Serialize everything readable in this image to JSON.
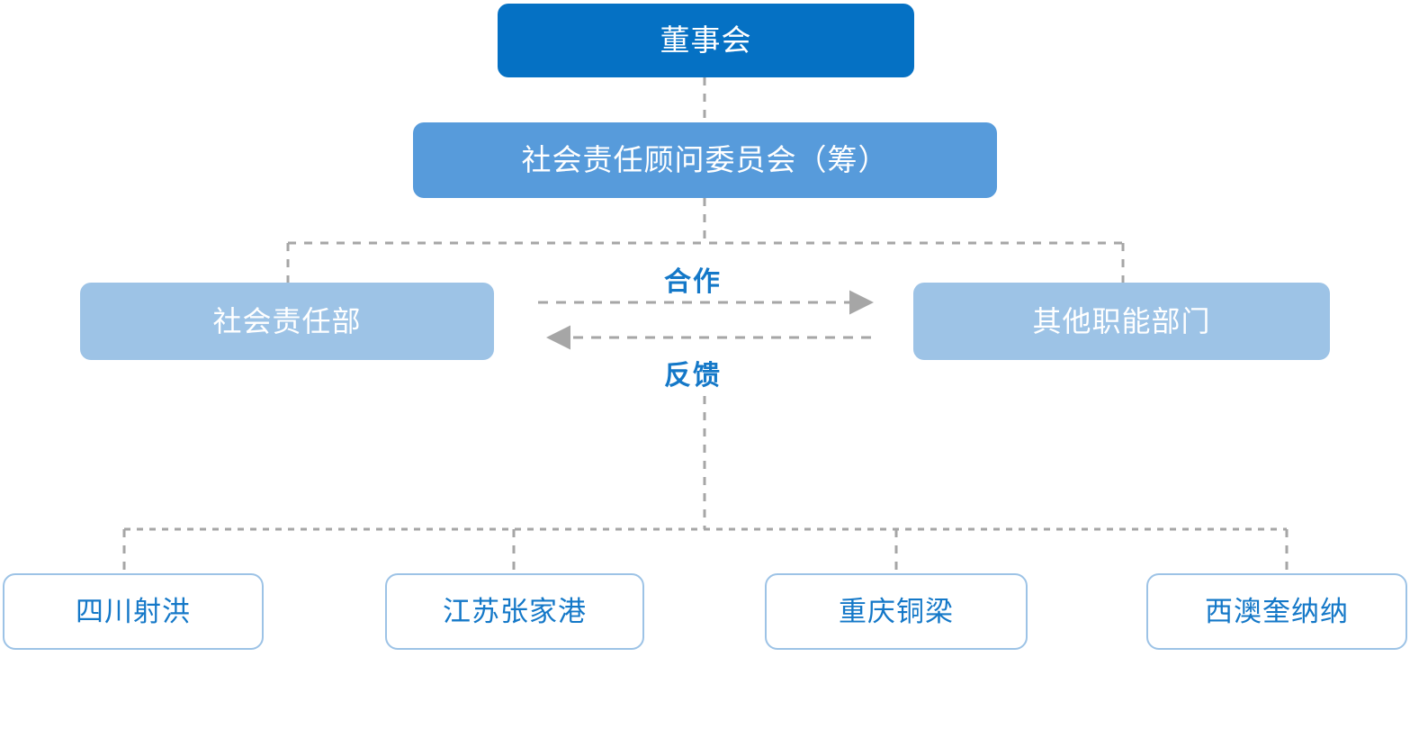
{
  "diagram": {
    "title_level1": "董事会",
    "level1": {
      "label": "董事会",
      "color": "#0571C4",
      "text_color": "#FFFFFF"
    },
    "level2": {
      "label": "社会责任顾问委员会（筹）",
      "color": "#579BDB",
      "text_color": "#FFFFFF"
    },
    "level3": {
      "left": {
        "label": "社会责任部",
        "color": "#9DC3E6",
        "text_color": "#FFFFFF"
      },
      "right": {
        "label": "其他职能部门",
        "color": "#9DC3E6",
        "text_color": "#FFFFFF"
      }
    },
    "relations": {
      "forward_label": "合作",
      "backward_label": "反馈",
      "label_color": "#1478C8"
    },
    "leaves": [
      {
        "label": "四川射洪"
      },
      {
        "label": "江苏张家港"
      },
      {
        "label": "重庆铜梁"
      },
      {
        "label": "西澳奎纳纳"
      }
    ],
    "leaf_style": {
      "background": "#FFFFFF",
      "border_color": "#9DC3E6",
      "text_color": "#1478C8"
    },
    "connector_color": "#A6A6A6"
  }
}
